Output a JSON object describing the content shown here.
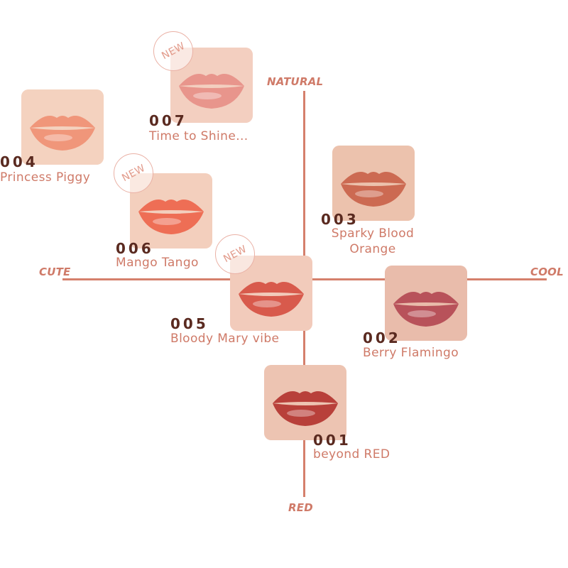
{
  "axes": {
    "top": "NATURAL",
    "bottom": "RED",
    "left": "CUTE",
    "right": "COOL",
    "color": "#d5806c"
  },
  "badge_text": "NEW",
  "colors": {
    "code": "#5a2a20",
    "name": "#cf7a68",
    "badge": "#e29a8a"
  },
  "shades": [
    {
      "code": "007",
      "name": "Time to Shine...",
      "is_new": true,
      "lip_color": "#e8958c",
      "skin_color": "#f3cfc0"
    },
    {
      "code": "004",
      "name": "Princess Piggy",
      "is_new": false,
      "lip_color": "#f0967a",
      "skin_color": "#f4d2bf"
    },
    {
      "code": "006",
      "name": "Mango Tango",
      "is_new": true,
      "lip_color": "#ee6e55",
      "skin_color": "#f3cfbd"
    },
    {
      "code": "003",
      "name": "Sparky Blood Orange",
      "is_new": false,
      "lip_color": "#cc6a52",
      "skin_color": "#ecc2ad"
    },
    {
      "code": "005",
      "name": "Bloody Mary vibe",
      "is_new": true,
      "lip_color": "#d85a4c",
      "skin_color": "#f2cbbb"
    },
    {
      "code": "002",
      "name": "Berry Flamingo",
      "is_new": false,
      "lip_color": "#b8525a",
      "skin_color": "#e9bcab"
    },
    {
      "code": "001",
      "name": "beyond RED",
      "is_new": false,
      "lip_color": "#b8403a",
      "skin_color": "#edc4b2"
    }
  ]
}
